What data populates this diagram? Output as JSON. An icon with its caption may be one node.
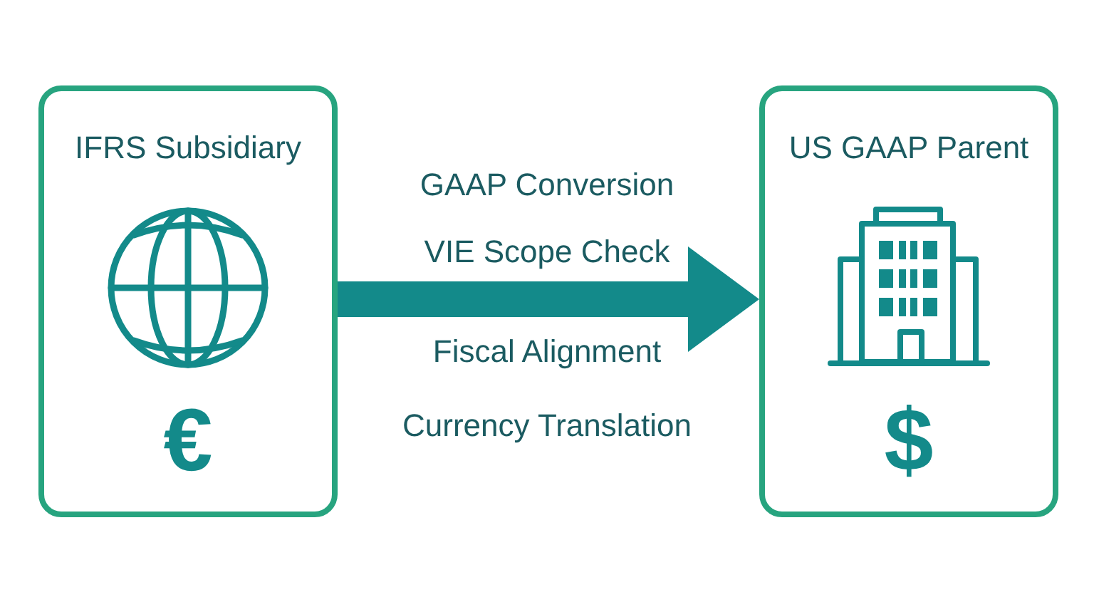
{
  "diagram": {
    "nodes": [
      {
        "text": [
          "IFRS Subsidiary",
          "€"
        ]
      },
      {
        "text": [
          "US GAAP Parent",
          "$"
        ]
      }
    ],
    "edges": [
      {
        "from": 0,
        "to": 1,
        "arrow": "to"
      }
    ],
    "labels": [
      "GAAP Conversion",
      "VIE Scope Check",
      "Fiscal Alignment",
      "Currency Translation"
    ]
  }
}
